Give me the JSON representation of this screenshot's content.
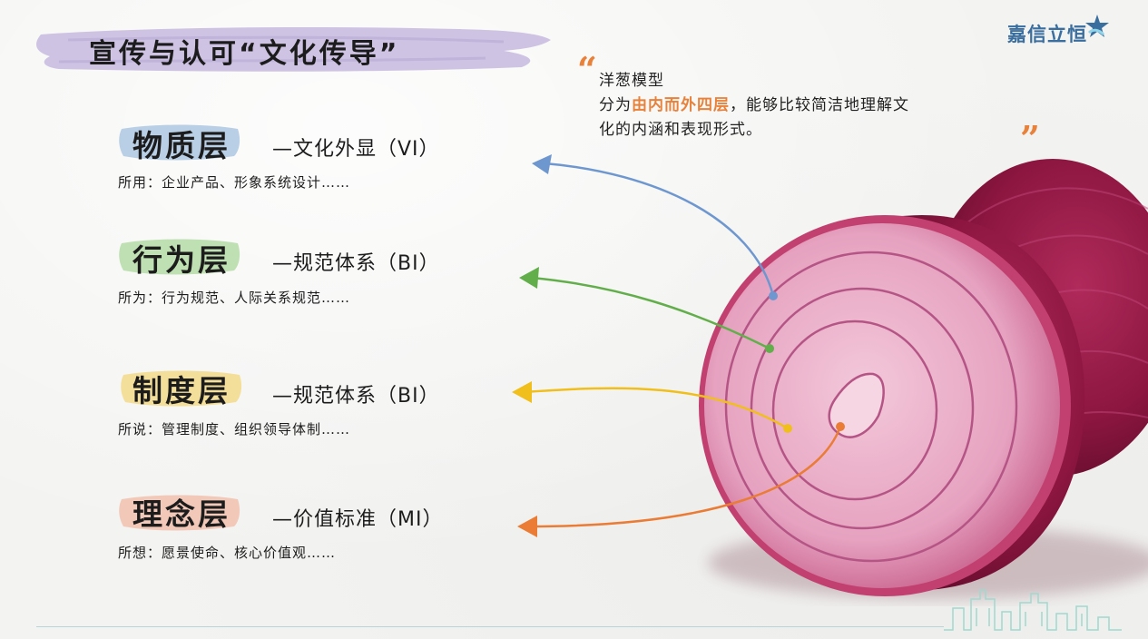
{
  "title": "宣传与认可“文化传导”",
  "logo": {
    "text": "嘉信立恒"
  },
  "quote": {
    "open": "“",
    "close": "”",
    "line1": "洋葱模型",
    "line2_prefix": "分为",
    "line2_highlight": "由内而外四层",
    "line2_suffix": "，能够比较简洁地理解文",
    "line3": "化的内涵和表现形式。"
  },
  "layers": [
    {
      "name": "物质层",
      "subtitle": "—文化外显（VI）",
      "desc": "所用：企业产品、形象系统设计……"
    },
    {
      "name": "行为层",
      "subtitle": "—规范体系（BI）",
      "desc": "所为：行为规范、人际关系规范……"
    },
    {
      "name": "制度层",
      "subtitle": "—规范体系（BI）",
      "desc": "所说：管理制度、组织领导体制……"
    },
    {
      "name": "理念层",
      "subtitle": "—价值标准（MI）",
      "desc": "所想：愿景使命、核心价值观……"
    }
  ],
  "colors": {
    "band_title": "#c9bde0",
    "band_material": "#b9cfe6",
    "band_behavior": "#bfe0b2",
    "band_system": "#f3df9a",
    "band_concept": "#f2c9b8",
    "arrow_material": "#6e97cf",
    "arrow_behavior": "#62ae4a",
    "arrow_system": "#f0bf1c",
    "arrow_concept": "#ea7c36",
    "accent": "#e8813a",
    "logo": "#3a6e9e"
  }
}
